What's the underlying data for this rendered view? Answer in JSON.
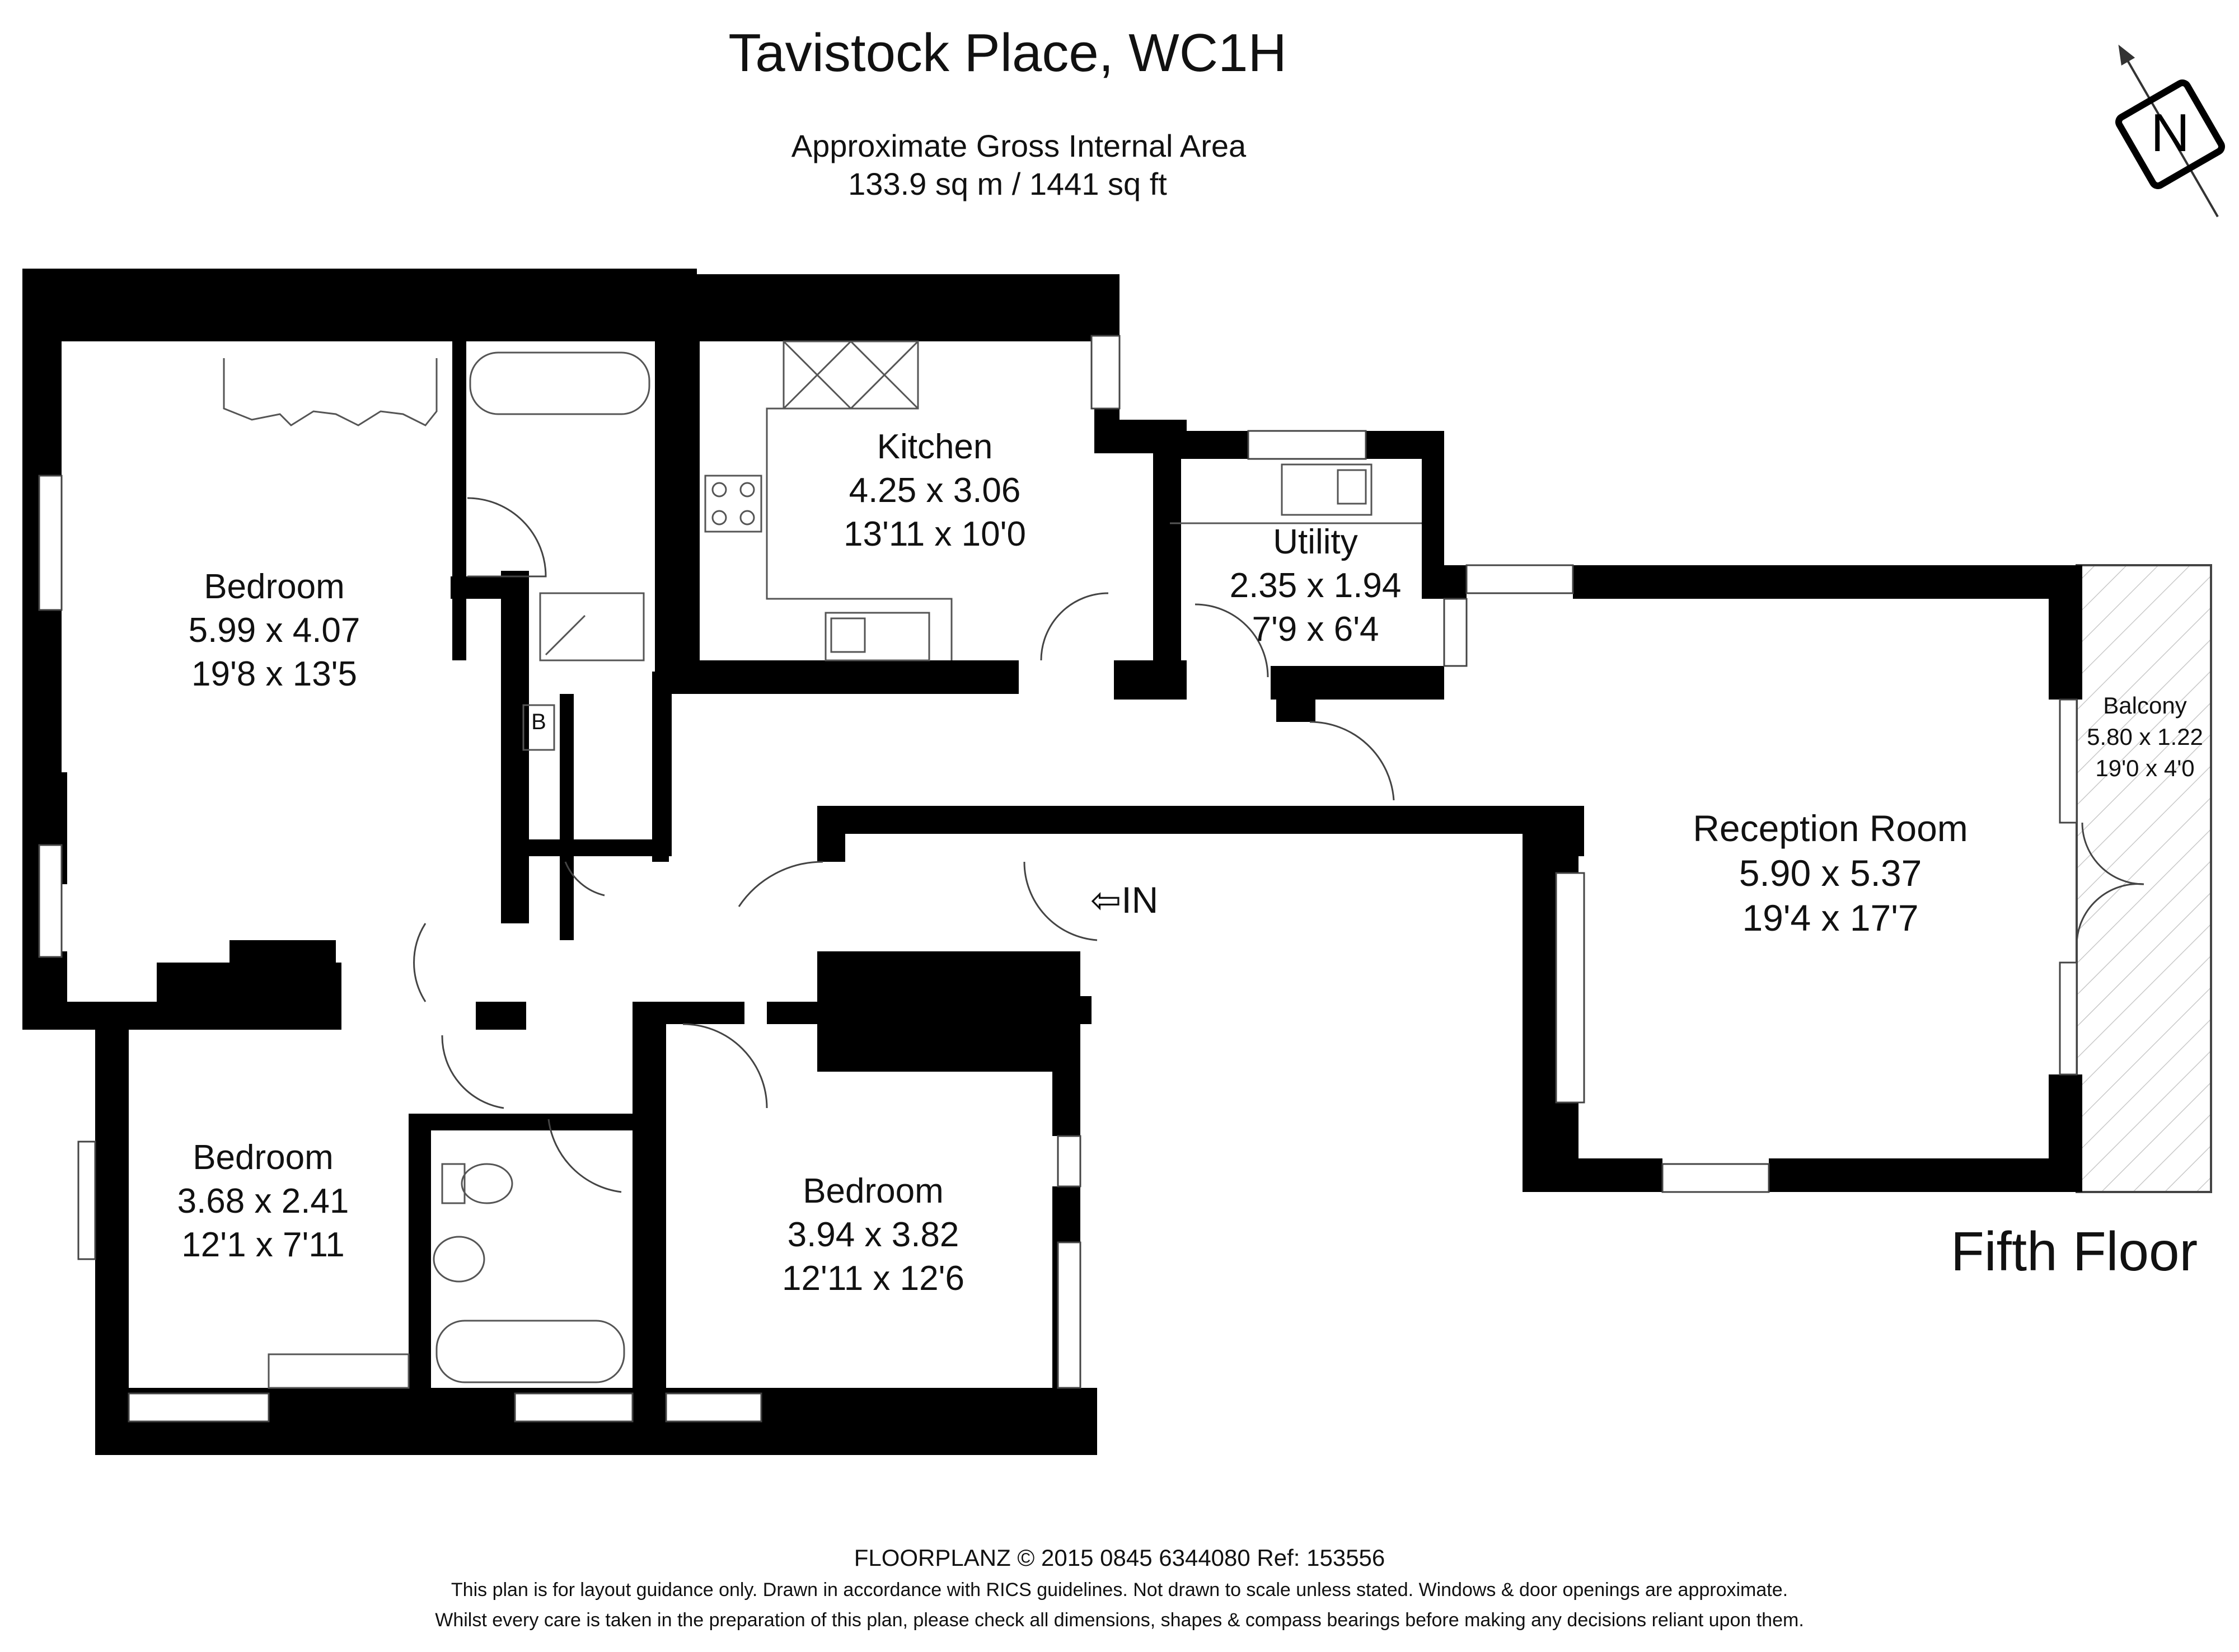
{
  "header": {
    "title": "Tavistock Place, WC1H",
    "area_label": "Approximate Gross Internal Area",
    "area_value": "133.9 sq m / 1441 sq ft"
  },
  "compass": {
    "letter": "N"
  },
  "floor_label": "Fifth Floor",
  "entrance_label": "IN",
  "rooms": [
    {
      "name": "Bedroom",
      "metric": "5.99 x 4.07",
      "imperial": "19'8 x 13'5"
    },
    {
      "name": "Kitchen",
      "metric": "4.25 x 3.06",
      "imperial": "13'11 x 10'0"
    },
    {
      "name": "Utility",
      "metric": "2.35 x 1.94",
      "imperial": "7'9 x 6'4"
    },
    {
      "name": "Reception Room",
      "metric": "5.90 x 5.37",
      "imperial": "19'4 x 17'7"
    },
    {
      "name": "Balcony",
      "metric": "5.80 x 1.22",
      "imperial": "19'0 x 4'0"
    },
    {
      "name": "Bedroom",
      "metric": "3.68 x 2.41",
      "imperial": "12'1 x 7'11"
    },
    {
      "name": "Bedroom",
      "metric": "3.94 x 3.82",
      "imperial": "12'11 x 12'6"
    }
  ],
  "boiler_label": "B",
  "footer": {
    "credit": "FLOORPLANZ © 2015   0845 6344080   Ref: 153556",
    "disclaimer_1": "This plan is for layout guidance only. Drawn in accordance with RICS guidelines. Not drawn to scale unless stated. Windows & door openings are approximate.",
    "disclaimer_2": "Whilst every care is taken in the preparation of this plan, please check all dimensions, shapes & compass bearings before making any decisions reliant upon them."
  }
}
